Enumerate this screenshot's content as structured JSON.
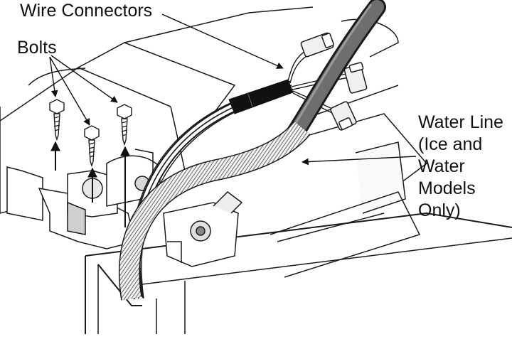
{
  "labels": {
    "wire_connectors": "Wire Connectors",
    "bolts": "Bolts",
    "water_line": [
      "Water Line",
      "(Ice and",
      "Water",
      "Models",
      "Only)"
    ]
  },
  "colors": {
    "line": "#1a1a1a",
    "hose": "#6e6e6e",
    "hose_rib": "#d9d9d9",
    "connector": "#f0f0f0",
    "background": "#ffffff"
  }
}
